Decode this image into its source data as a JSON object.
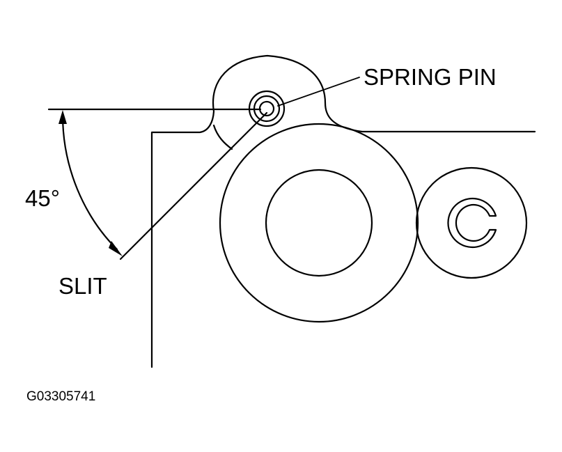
{
  "labels": {
    "spring_pin": "SPRING PIN",
    "angle": "45°",
    "slit": "SLIT",
    "figure_id": "G03305741"
  },
  "colors": {
    "line": "#000000",
    "background": "#ffffff"
  }
}
